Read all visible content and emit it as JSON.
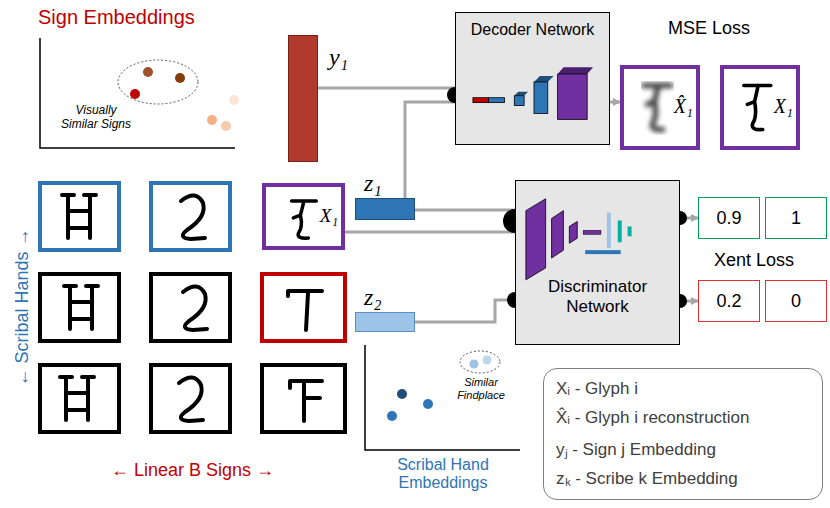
{
  "diagram": {
    "nodes": [
      {
        "text": [
          "y₁"
        ]
      },
      {
        "text": [
          "Decoder Network"
        ]
      },
      {
        "text": [
          "X̂₁"
        ]
      },
      {
        "text": [
          "X₁"
        ]
      },
      {
        "text": [
          "X₁"
        ]
      },
      {
        "text": [
          "z₁"
        ]
      },
      {
        "text": [
          "z₂"
        ]
      },
      {
        "text": [
          "Discriminator Network"
        ]
      },
      {
        "text": [
          "0.9"
        ]
      },
      {
        "text": [
          "1"
        ]
      },
      {
        "text": [
          "0.2"
        ]
      },
      {
        "text": [
          "0"
        ]
      },
      {
        "text": [
          "Xᵢ - Glyph i",
          "X̂ᵢ - Glyph i reconstruction",
          "yⱼ - Sign j Embedding",
          "zₖ - Scribe k Embedding"
        ]
      }
    ],
    "edges": [
      {
        "from": 0,
        "to": 1,
        "arrow": "none"
      },
      {
        "from": 5,
        "to": 1,
        "arrow": "none"
      },
      {
        "from": 4,
        "to": 7,
        "arrow": "none"
      },
      {
        "from": 5,
        "to": 7,
        "arrow": "none"
      },
      {
        "from": 6,
        "to": 7,
        "arrow": "none"
      },
      {
        "from": 1,
        "to": 2,
        "arrow": "to"
      },
      {
        "from": 7,
        "to": 8,
        "arrow": "to"
      },
      {
        "from": 7,
        "to": 10,
        "arrow": "to"
      }
    ],
    "labels": [
      "Sign Embeddings",
      "Visually Similar Signs",
      "MSE Loss",
      "Xent Loss",
      "← Scribal Hands →",
      "← Linear B Signs →",
      "Scribal Hand Embeddings",
      "Similar Findplace"
    ]
  }
}
